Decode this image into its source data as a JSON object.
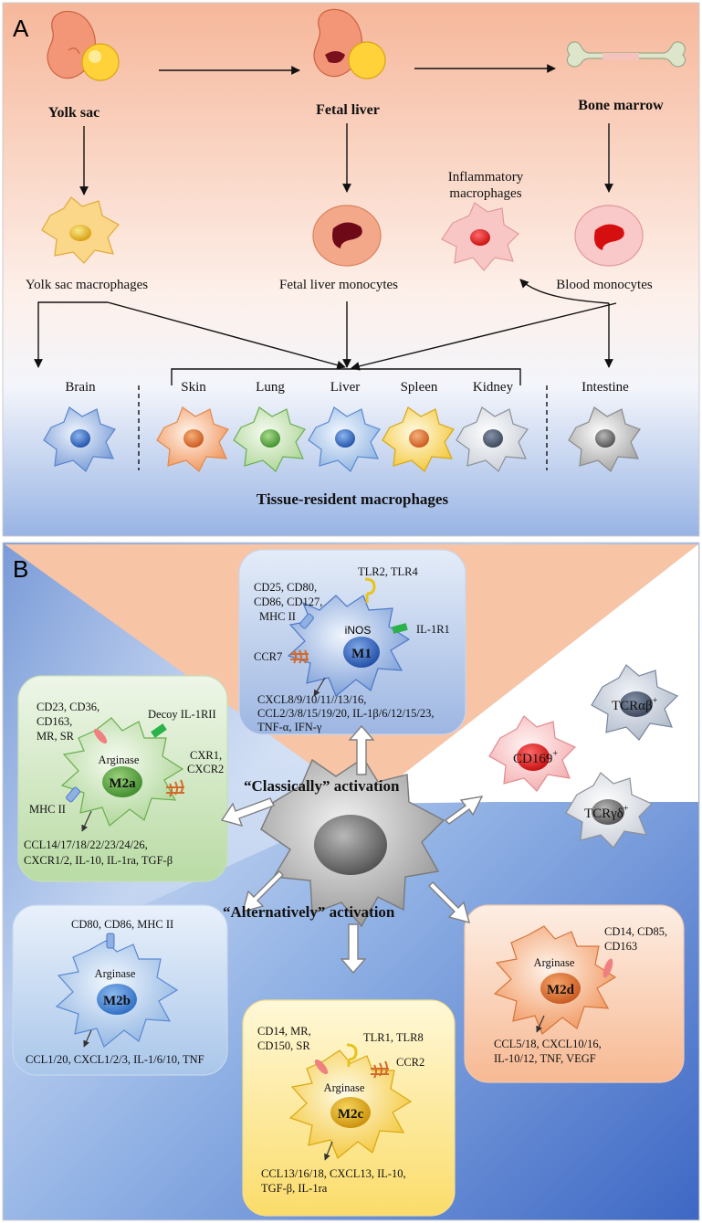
{
  "panelA": {
    "label": "A",
    "origins": {
      "yolk_sac": "Yolk sac",
      "fetal_liver": "Fetal liver",
      "bone_marrow": "Bone marrow"
    },
    "cells": {
      "yolk_sac_macrophages": "Yolk sac macrophages",
      "fetal_liver_monocytes": "Fetal liver monocytes",
      "blood_monocytes": "Blood monocytes",
      "inflammatory_1": "Inflammatory",
      "inflammatory_2": "macrophages"
    },
    "tissues": [
      "Brain",
      "Skin",
      "Lung",
      "Liver",
      "Spleen",
      "Kidney",
      "Intestine"
    ],
    "footer": "Tissue-resident macrophages"
  },
  "panelB": {
    "label": "B",
    "classically": "“Classically” activation",
    "alternatively": "“Alternatively” activation",
    "m1": {
      "name": "M1",
      "enzyme": "iNOS",
      "markers": [
        "CD25, CD80,",
        "CD86, CD127,",
        "MHC II"
      ],
      "tlr": "TLR2, TLR4",
      "il1r1": "IL-1R1",
      "ccr7": "CCR7",
      "secreted": [
        "CXCL8/9/10/11//13/16,",
        "CCL2/3/8/15/19/20, IL-1β/6/12/15/23,",
        "TNF-α, IFN-γ"
      ]
    },
    "m2a": {
      "name": "M2a",
      "enzyme": "Arginase",
      "markers": [
        "CD23, CD36,",
        "CD163,",
        "MR, SR"
      ],
      "decoy": "Decoy IL-1RII",
      "cxcr": [
        "CXR1,",
        "CXCR2"
      ],
      "mhc": "MHC II",
      "secreted": [
        "CCL14/17/18/22/23/24/26,",
        "CXCR1/2, IL-10, IL-1ra, TGF-β"
      ]
    },
    "m2b": {
      "name": "M2b",
      "enzyme": "Arginase",
      "markers": "CD80, CD86, MHC II",
      "secreted": "CCL1/20, CXCL1/2/3, IL-1/6/10, TNF"
    },
    "m2c": {
      "name": "M2c",
      "enzyme": "Arginase",
      "markers": [
        "CD14, MR,",
        "CD150, SR"
      ],
      "tlr": "TLR1, TLR8",
      "ccr2": "CCR2",
      "secreted": [
        "CCL13/16/18, CXCL13, IL-10,",
        "TGF-β, IL-1ra"
      ]
    },
    "m2d": {
      "name": "M2d",
      "enzyme": "Arginase",
      "markers": [
        "CD14, CD85,",
        "CD163"
      ],
      "secreted": [
        "CCL5/18, CXCL10/16,",
        "IL-10/12, TNF, VEGF"
      ]
    },
    "others": {
      "cd169": "CD169",
      "tcrab": "TCRαβ",
      "tcrgd": "TCRγδ",
      "sup": "+"
    }
  }
}
